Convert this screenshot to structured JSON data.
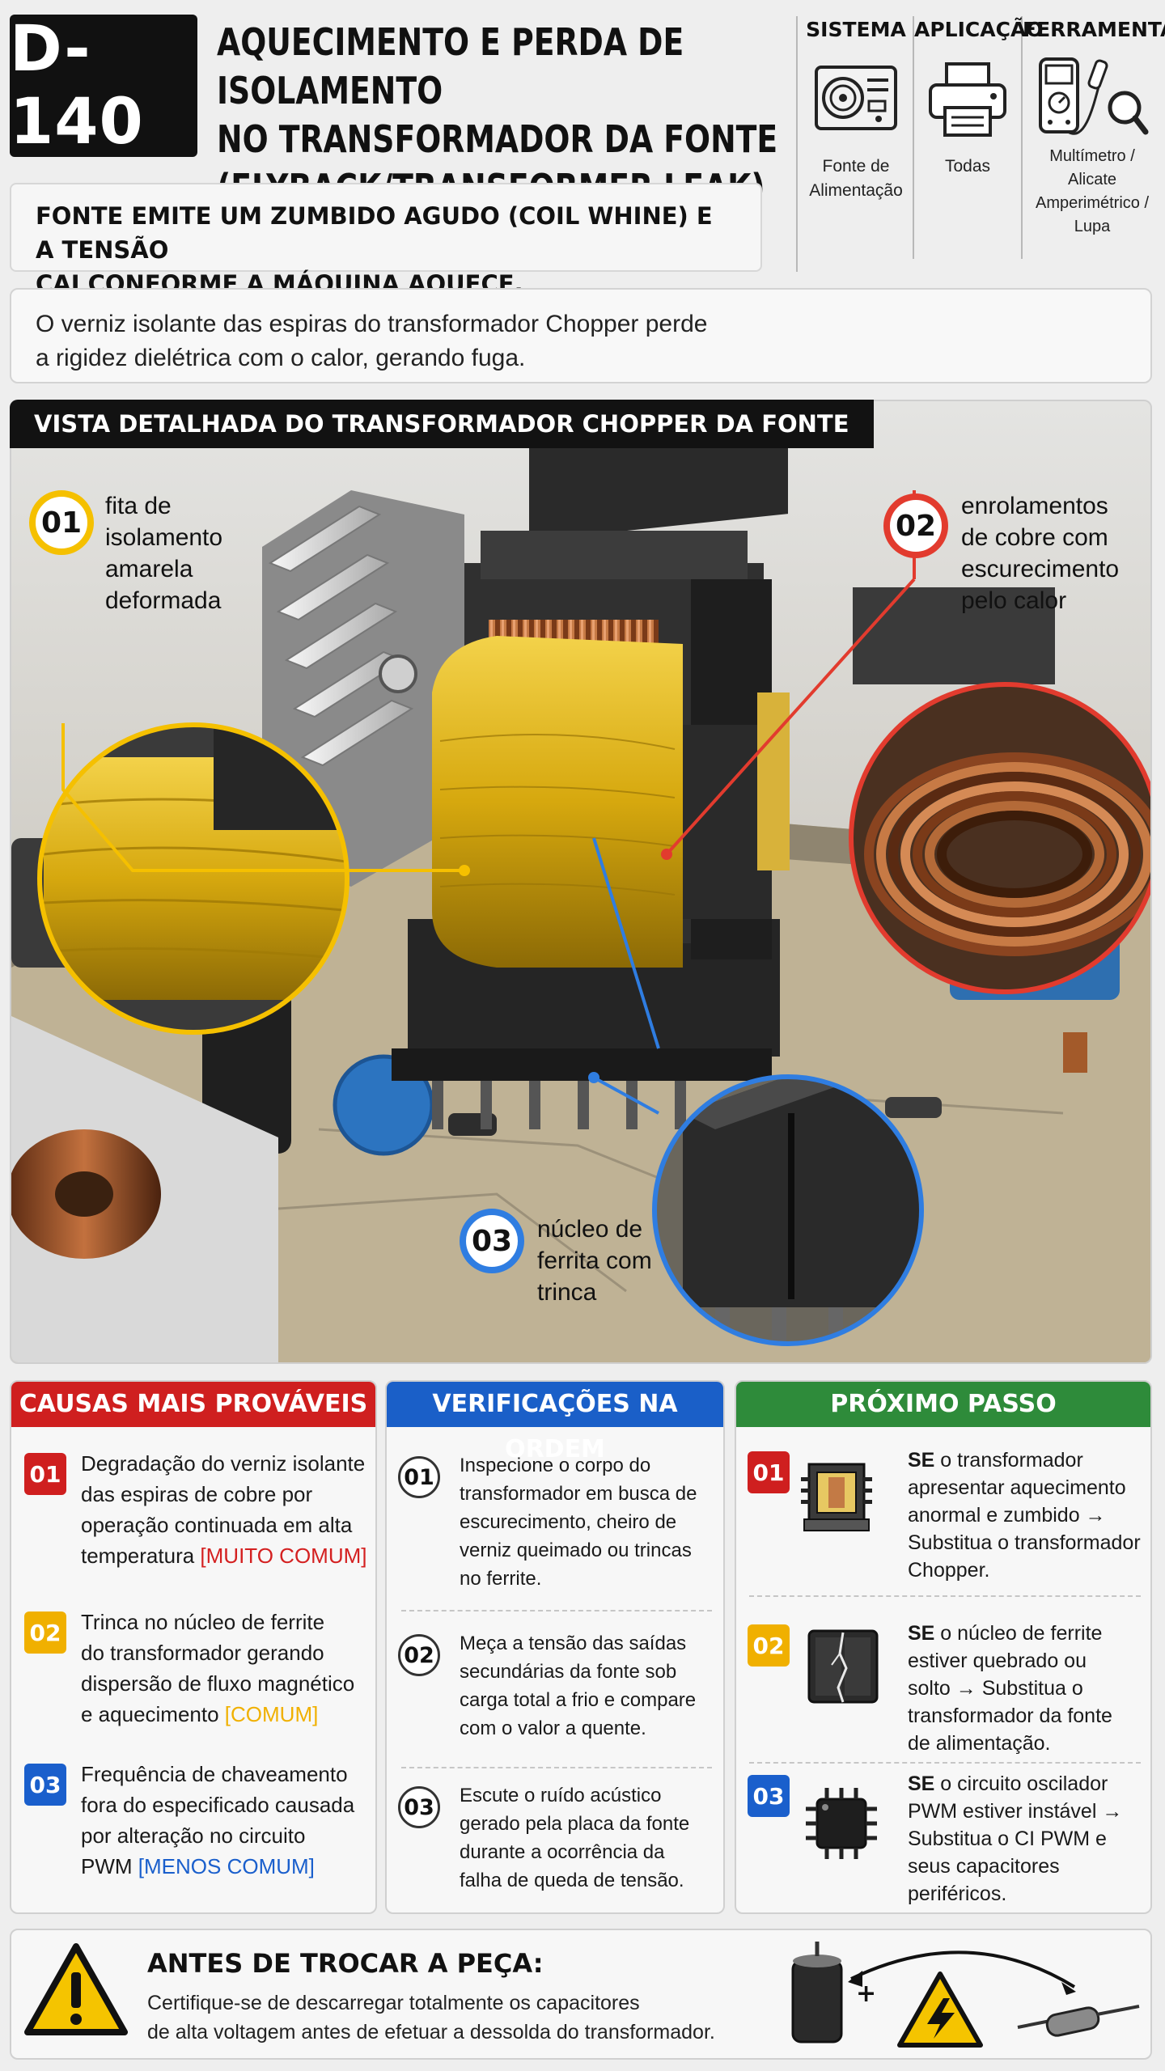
{
  "header": {
    "code": "D-140",
    "title_lines": [
      "AQUECIMENTO E PERDA DE ISOLAMENTO",
      "NO TRANSFORMADOR DA FONTE",
      "(FLYBACK/TRANSFORMER LEAK)"
    ],
    "subtitle_lines": [
      "FONTE EMITE UM ZUMBIDO AGUDO (COIL WHINE) E A TENSÃO",
      "CAI CONFORME A MÁQUINA AQUECE."
    ]
  },
  "meta": {
    "sistema": {
      "heading": "SISTEMA",
      "value_lines": [
        "Fonte de",
        "Alimentação"
      ],
      "icon": "power-supply-icon"
    },
    "aplicacao": {
      "heading": "APLICAÇÃO",
      "value_lines": [
        "Todas"
      ],
      "icon": "printer-icon"
    },
    "ferramenta": {
      "heading": "FERRAMENTA",
      "value_lines": [
        "Multímetro /",
        "Alicate Amperimétrico /",
        "Lupa"
      ],
      "icon": "multimeter-magnifier-icon"
    }
  },
  "description_lines": [
    "O verniz isolante das espiras do transformador Chopper perde",
    "a rigidez dielétrica com o calor, gerando fuga."
  ],
  "photo": {
    "title": "VISTA DETALHADA DO TRANSFORMADOR CHOPPER DA FONTE",
    "callouts": [
      {
        "num": "01",
        "color": "#f5c000",
        "lines": [
          "fita de",
          "isolamento",
          "amarela",
          "deformada"
        ]
      },
      {
        "num": "02",
        "color": "#e23b2e",
        "lines": [
          "enrolamentos",
          "de cobre com",
          "escurecimento",
          "pelo calor"
        ]
      },
      {
        "num": "03",
        "color": "#2f7de1",
        "lines": [
          "núcleo de",
          "ferrita com",
          "trinca"
        ]
      }
    ]
  },
  "causes": {
    "heading": "CAUSAS MAIS PROVÁVEIS",
    "color": "#cf1f1f",
    "items": [
      {
        "num": "01",
        "num_color": "#cf1f1f",
        "lines": [
          "Degradação do verniz isolante",
          "das espiras de cobre por",
          "operação continuada em alta",
          "temperatura"
        ],
        "tag": "[MUITO COMUM]"
      },
      {
        "num": "02",
        "num_color": "#f0b000",
        "lines": [
          "Trinca no núcleo de ferrite",
          "do transformador gerando",
          "dispersão de fluxo magnético",
          "e aquecimento"
        ],
        "tag": "[COMUM]"
      },
      {
        "num": "03",
        "num_color": "#1a5fcc",
        "lines": [
          "Frequência de chaveamento",
          "fora do especificado causada",
          "por alteração no circuito",
          "PWM"
        ],
        "tag": "[MENOS COMUM]"
      }
    ]
  },
  "checks": {
    "heading": "VERIFICAÇÕES NA ORDEM",
    "color": "#1a5fc8",
    "items": [
      {
        "num": "01",
        "lines": [
          "Inspecione o corpo do",
          "transformador em busca de",
          "escurecimento, cheiro de",
          "verniz queimado ou trincas",
          "no ferrite."
        ]
      },
      {
        "num": "02",
        "lines": [
          "Meça a tensão das saídas",
          "secundárias da fonte sob",
          "carga total a frio e compare",
          "com o valor a quente."
        ]
      },
      {
        "num": "03",
        "lines": [
          "Escute o ruído acústico",
          "gerado pela placa da fonte",
          "durante a ocorrência da",
          "falha de queda de tensão."
        ]
      }
    ]
  },
  "next_steps": {
    "heading": "PRÓXIMO PASSO",
    "color": "#2e8b3a",
    "items": [
      {
        "num": "01",
        "num_color": "#cf1f1f",
        "icon": "transformer-icon",
        "bold": "SE",
        "lines": [
          " o transformador",
          "apresentar aquecimento",
          "anormal e zumbido →",
          "Substitua o transformador",
          "Chopper."
        ]
      },
      {
        "num": "02",
        "num_color": "#f0b000",
        "icon": "cracked-core-icon",
        "bold": "SE",
        "lines": [
          " o núcleo de ferrite",
          "estiver quebrado ou",
          "solto → Substitua o",
          "transformador da fonte",
          "de alimentação."
        ]
      },
      {
        "num": "03",
        "num_color": "#1a5fcc",
        "icon": "pwm-chip-icon",
        "bold": "SE",
        "lines": [
          " o circuito oscilador",
          "PWM estiver instável →",
          "Substitua o CI PWM e",
          "seus capacitores",
          "periféricos."
        ]
      }
    ]
  },
  "footer": {
    "title": "ANTES DE TROCAR A PEÇA:",
    "lines": [
      "Certifique-se de descarregar totalmente os capacitores",
      "de alta voltagem antes de efetuar a dessolda do transformador."
    ],
    "plus_sign": "+"
  }
}
